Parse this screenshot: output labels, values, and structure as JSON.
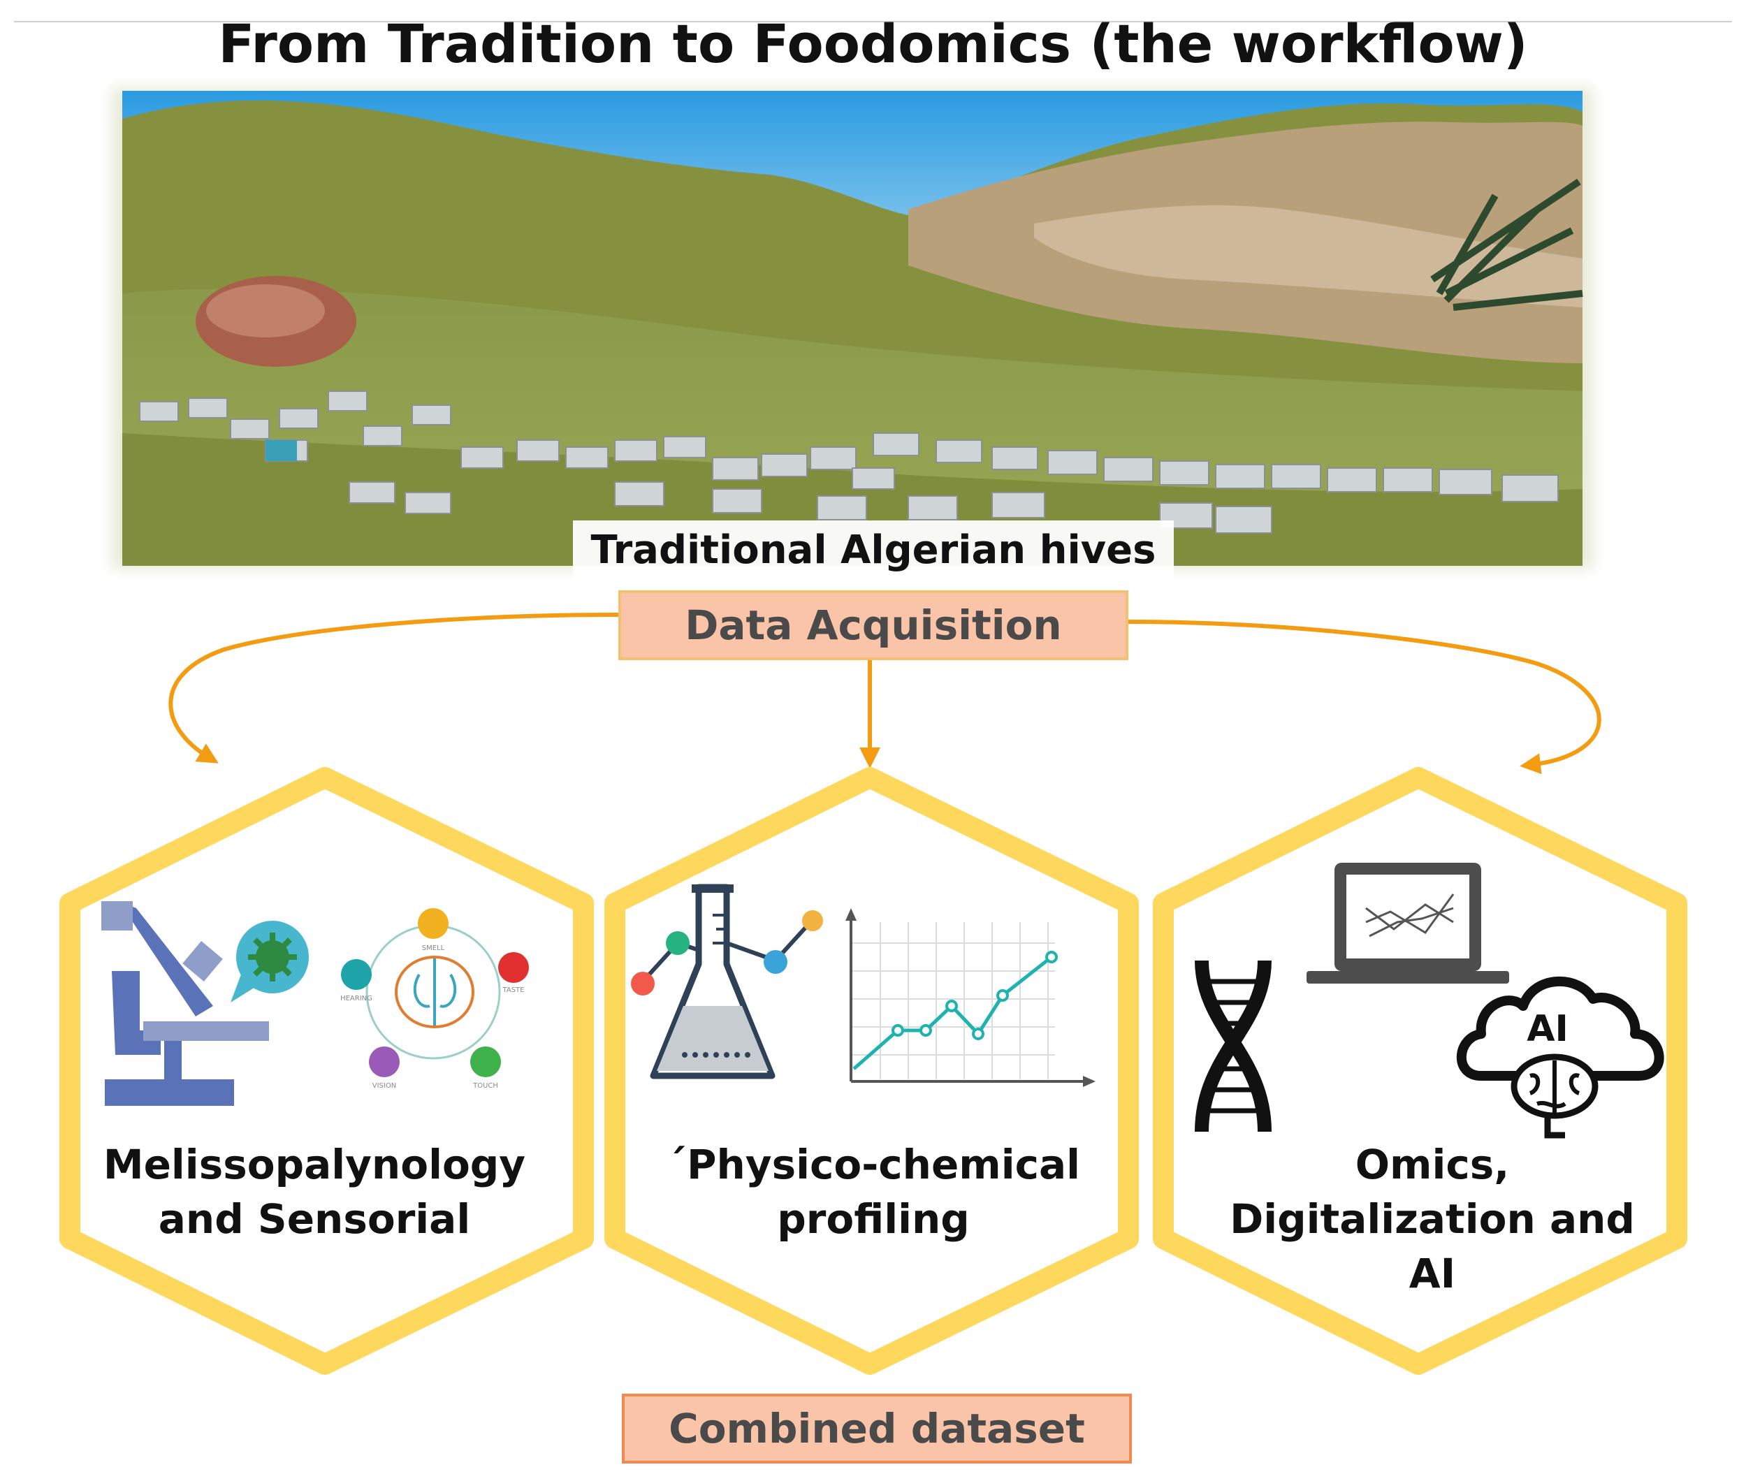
{
  "title": "From Tradition to Foodomics (the workflow)",
  "photo": {
    "caption": "Traditional Algerian hives"
  },
  "acquisition": {
    "label": "Data Acquisition"
  },
  "hexagons": [
    {
      "line1": "Melissopalynology",
      "line2": "and Sensorial",
      "line3": "",
      "senses": [
        "SMELL",
        "TASTE",
        "TOUCH",
        "VISION",
        "HEARING"
      ]
    },
    {
      "line1": "´Physico-chemical",
      "line2": "profiling",
      "line3": ""
    },
    {
      "line1": "Omics,",
      "line2": "Digitalization and",
      "line3": "AI",
      "ai_badge": "AI"
    }
  ],
  "result": {
    "label": "Combined dataset"
  },
  "colors": {
    "arrow": "#f39c12",
    "hexagon": "#fdd85d",
    "box_fill": "#f9c4a8"
  }
}
